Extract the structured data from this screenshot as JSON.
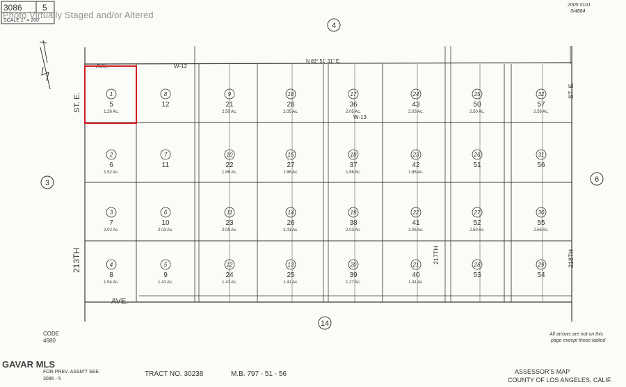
{
  "header": {
    "map_book": "3086",
    "page": "5",
    "scale_note": "SCALE 1\" = 200'",
    "stamp_top": "2005 0101",
    "stamp_bottom": "5/4884",
    "watermark": "Photo Virtually Staged and/or Altered"
  },
  "adjoining_pages": {
    "north": "4",
    "west": "3",
    "east": "6",
    "south": "14"
  },
  "streets": {
    "west_st_a": "ST. E.",
    "west_st_b": "213TH",
    "north_ave": "AVE.",
    "south_ave": "AVE.",
    "w12": "W-12",
    "w13": "W-13",
    "bearing": "N 89° 51' 31\" E.",
    "st_217": "217TH",
    "st_218": "218TH",
    "st_e_east": "ST. E."
  },
  "footer": {
    "code_label": "CODE",
    "code_value": "4680",
    "prev_assmt_1": "FOR PREV. ASSM'T SEE:",
    "prev_assmt_2": "3086 - 5",
    "tract": "TRACT NO. 30238",
    "mb": "M.B. 797 - 51 - 56",
    "assessor_1": "ASSESSOR'S MAP",
    "assessor_2": "COUNTY OF LOS ANGELES, CALIF.",
    "note_1": "All arrows are not on this",
    "note_2": "page except those tabled",
    "mls": "GAVAR MLS"
  },
  "parcels": [
    {
      "lot": "5",
      "parcel": "1",
      "area": "1.26 Ac."
    },
    {
      "lot": "6",
      "parcel": "2",
      "area": "1.52 Ac."
    },
    {
      "lot": "7",
      "parcel": "3",
      "area": "2.02 Ac."
    },
    {
      "lot": "8",
      "parcel": "4",
      "area": "1.54 Ac."
    },
    {
      "lot": "12",
      "parcel": "8",
      "area": ""
    },
    {
      "lot": "11",
      "parcel": "7",
      "area": ""
    },
    {
      "lot": "10",
      "parcel": "6",
      "area": "2.03 Ac."
    },
    {
      "lot": "9",
      "parcel": "5",
      "area": "1.41 Ac."
    },
    {
      "lot": "21",
      "parcel": "9",
      "area": "2.50 Ac."
    },
    {
      "lot": "22",
      "parcel": "10",
      "area": "1.86 Ac."
    },
    {
      "lot": "23",
      "parcel": "11",
      "area": "2.05 Ac."
    },
    {
      "lot": "24",
      "parcel": "12",
      "area": "1.41 Ac."
    },
    {
      "lot": "28",
      "parcel": "16",
      "area": "2.05 Ac."
    },
    {
      "lot": "27",
      "parcel": "15",
      "area": "1.86 Ac."
    },
    {
      "lot": "26",
      "parcel": "14",
      "area": "2.03 Ac."
    },
    {
      "lot": "25",
      "parcel": "13",
      "area": "1.41 Ac."
    },
    {
      "lot": "36",
      "parcel": "17",
      "area": "2.05 Ac."
    },
    {
      "lot": "37",
      "parcel": "18",
      "area": "1.86 Ac."
    },
    {
      "lot": "38",
      "parcel": "19",
      "area": "2.03 Ac."
    },
    {
      "lot": "39",
      "parcel": "20",
      "area": "1.27 Ac."
    },
    {
      "lot": "43",
      "parcel": "24",
      "area": "2.03 Ac."
    },
    {
      "lot": "42",
      "parcel": "23",
      "area": "1.86 Ac."
    },
    {
      "lot": "41",
      "parcel": "22",
      "area": "2.05 Ac."
    },
    {
      "lot": "40",
      "parcel": "21",
      "area": "1.41 Ac."
    },
    {
      "lot": "50",
      "parcel": "25",
      "area": "2.50 Ac."
    },
    {
      "lot": "51",
      "parcel": "26",
      "area": ""
    },
    {
      "lot": "52",
      "parcel": "27",
      "area": "2.50 Ac."
    },
    {
      "lot": "53",
      "parcel": "28",
      "area": ""
    },
    {
      "lot": "57",
      "parcel": "32",
      "area": "2.56 Ac."
    },
    {
      "lot": "56",
      "parcel": "31",
      "area": ""
    },
    {
      "lot": "55",
      "parcel": "30",
      "area": "2.56 Ac."
    },
    {
      "lot": "54",
      "parcel": "29",
      "area": ""
    }
  ],
  "highlight_color": "#d41f1f",
  "line_color": "#3a3a3a"
}
